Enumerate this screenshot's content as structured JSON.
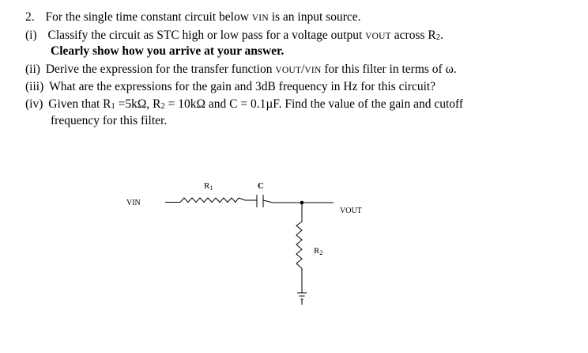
{
  "question": {
    "line1": {
      "num": "2.",
      "a": "For the single time constant circuit below ",
      "vin": "VIN",
      "b": " is an input source."
    },
    "line2": {
      "num": "(i)",
      "a": "Classify the circuit as STC high or low pass for a voltage output ",
      "vout": "VOUT",
      "b": " across R",
      "sub": "2",
      "c": "."
    },
    "line3": {
      "bold": "Clearly show how you arrive at your answer."
    },
    "line4": {
      "num": "(ii)",
      "a": "Derive the expression for the transfer function ",
      "vout": "VOUT",
      "slash": "/",
      "vin": "VIN",
      "b": " for this filter in terms of ω."
    },
    "line5": {
      "num": "(iii)",
      "a": "What are the expressions for the gain and 3dB frequency in Hz for this circuit?"
    },
    "line6": {
      "num": "(iv)",
      "a": "Given that R",
      "sub1": "1",
      "b": " =5kΩ, R",
      "sub2": "2",
      "c": " = 10kΩ and C = 0.1µF. Find the value of the gain and cutoff"
    },
    "line7": {
      "a": "frequency for this filter."
    }
  },
  "circuit": {
    "vin_label": "VIN",
    "vout_label": "VOUT",
    "r1_label": "R",
    "r1_sub": "1",
    "c_label": "C",
    "r2_label": "R",
    "r2_sub": "2"
  }
}
